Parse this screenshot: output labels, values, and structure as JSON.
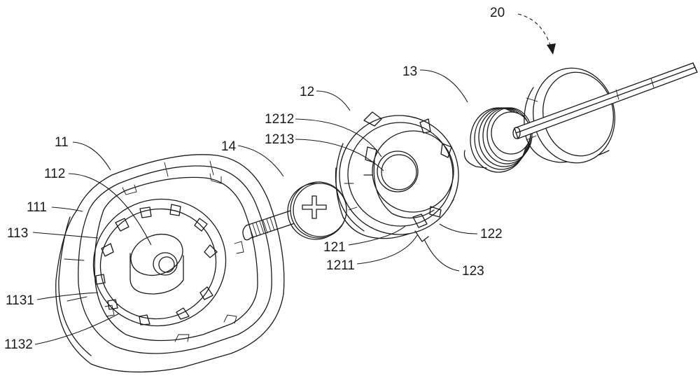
{
  "labels": {
    "l11": "11",
    "l111": "111",
    "l112": "112",
    "l113": "113",
    "l1131": "1131",
    "l1132": "1132",
    "l14": "14",
    "l12": "12",
    "l1212": "1212",
    "l1213": "1213",
    "l121": "121",
    "l1211": "1211",
    "l122": "122",
    "l123": "123",
    "l13": "13",
    "l20": "20"
  }
}
